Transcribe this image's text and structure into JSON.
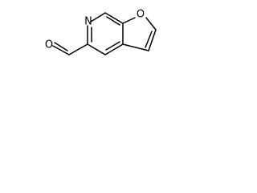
{
  "molecule": {
    "atoms": {
      "aldehyde_oxygen": "O",
      "pyridine_nitrogen": "N",
      "furan_oxygen": "O"
    },
    "colors": {
      "bond": "#000000",
      "label": "#000000",
      "background": "#ffffff"
    }
  }
}
